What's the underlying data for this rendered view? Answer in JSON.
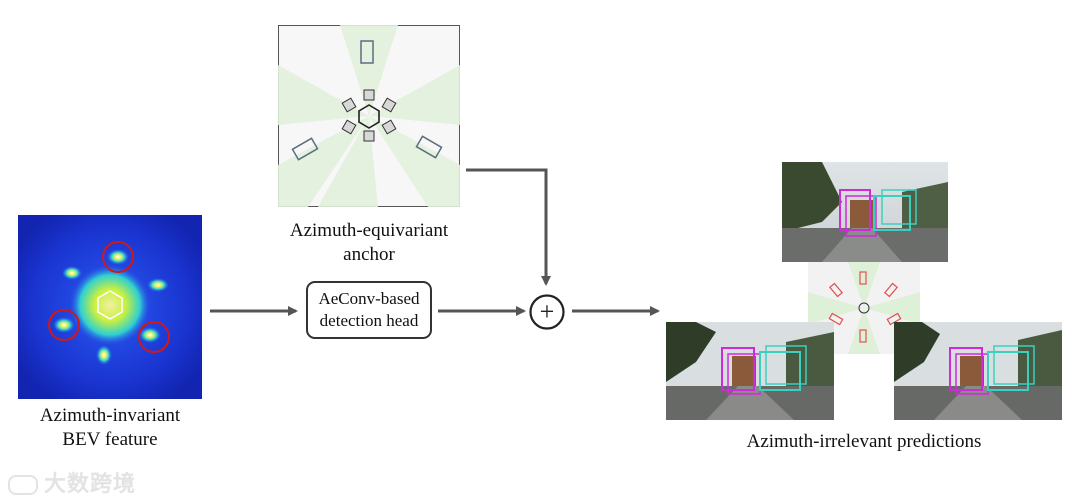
{
  "nodes": {
    "bev_feature": {
      "caption_lines": [
        "Azimuth-invariant",
        "BEV feature"
      ]
    },
    "anchor": {
      "caption_lines": [
        "Azimuth-equivariant",
        "anchor"
      ]
    },
    "detection_head": {
      "label_lines": [
        "AeConv-based",
        "detection head"
      ]
    },
    "combine_op": {
      "symbol": "+"
    },
    "predictions": {
      "caption_lines": [
        "Azimuth-irrelevant predictions"
      ]
    }
  },
  "edges": [
    {
      "from": "bev_feature",
      "to": "detection_head"
    },
    {
      "from": "detection_head",
      "to": "combine_op"
    },
    {
      "from": "anchor",
      "to": "combine_op"
    },
    {
      "from": "combine_op",
      "to": "predictions"
    }
  ],
  "colors": {
    "arrow": "#555555",
    "heatmap_bg": "#1530c8",
    "circle_marker": "#d01818",
    "box_magenta": "#d02ad8",
    "box_cyan": "#3ad0c0",
    "box_red": "#e05050",
    "anchor_sector": "#dcefd6"
  },
  "watermark": {
    "text": "大数跨境"
  }
}
